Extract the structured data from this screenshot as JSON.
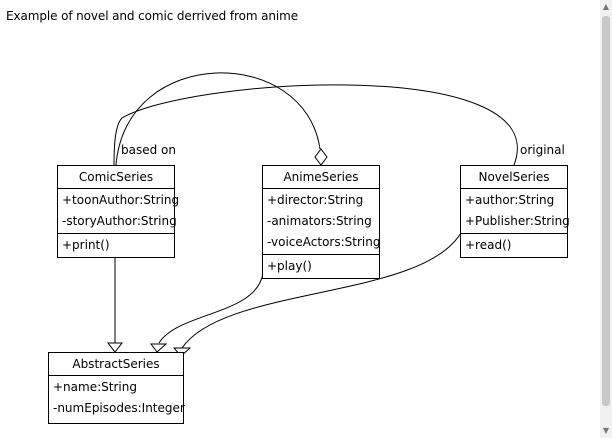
{
  "title": "Example of novel and comic derrived from anime",
  "classes": {
    "comic": {
      "name": "ComicSeries",
      "attributes": [
        "+toonAuthor:String",
        "-storyAuthor:String"
      ],
      "methods": [
        "+print()"
      ]
    },
    "anime": {
      "name": "AnimeSeries",
      "attributes": [
        "+director:String",
        "-animators:String",
        "-voiceActors:String"
      ],
      "methods": [
        "+play()"
      ]
    },
    "novel": {
      "name": "NovelSeries",
      "attributes": [
        "+author:String",
        "+Publisher:String"
      ],
      "methods": [
        "+read()"
      ]
    },
    "abstract": {
      "name": "AbstractSeries",
      "attributes": [
        "+name:String",
        "-numEpisodes:Integer"
      ],
      "methods": []
    }
  },
  "relations": {
    "based_on": "based on",
    "original": "original"
  }
}
